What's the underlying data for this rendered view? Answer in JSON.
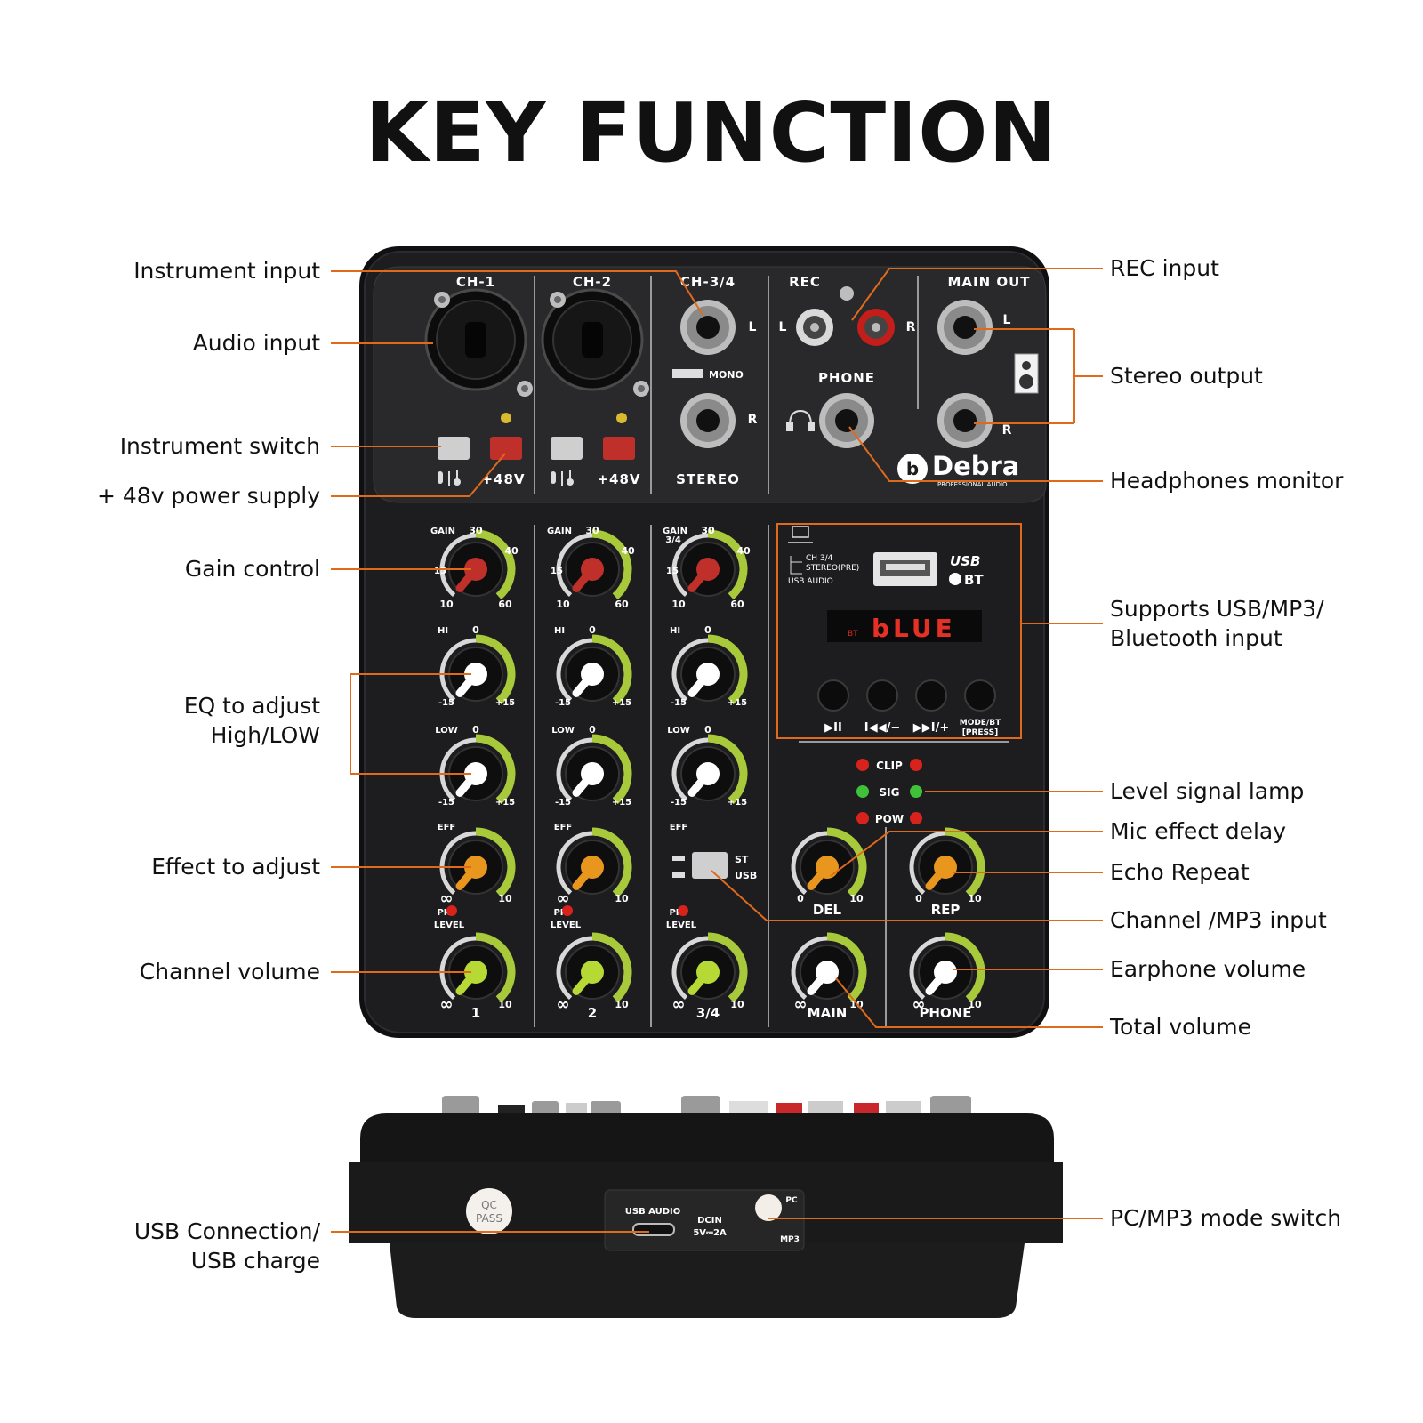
{
  "title": "KEY FUNCTION",
  "callouts_left": {
    "instrument_input": "Instrument input",
    "audio_input": "Audio input",
    "instrument_switch": "Instrument switch",
    "phantom_power": "+ 48v power supply",
    "gain_control": "Gain control",
    "eq_line1": "EQ to adjust",
    "eq_line2": "High/LOW",
    "effect_adjust": "Effect to adjust",
    "channel_volume": "Channel volume",
    "usb_line1": "USB Connection/",
    "usb_line2": "USB charge"
  },
  "callouts_right": {
    "rec_input": "REC input",
    "stereo_output": "Stereo output",
    "headphones_monitor": "Headphones monitor",
    "usb_line1": "Supports USB/MP3/",
    "usb_line2": "Bluetooth input",
    "level_lamp": "Level signal lamp",
    "mic_delay": "Mic effect delay",
    "echo_repeat": "Echo Repeat",
    "channel_mp3": "Channel /MP3 input",
    "earphone_volume": "Earphone volume",
    "total_volume": "Total volume",
    "pc_mp3_switch": "PC/MP3 mode switch"
  },
  "panel": {
    "ch1": "CH-1",
    "ch2": "CH-2",
    "ch34": "CH-3/4",
    "rec": "REC",
    "main_out": "MAIN OUT",
    "phone": "PHONE",
    "l": "L",
    "r": "R",
    "mono": "MONO",
    "stereo": "STEREO",
    "plus48v": "+48V",
    "brand": "Debra",
    "brand_sub": "PROFESSIONAL AUDIO",
    "gain": "GAIN",
    "gain34": "3/4",
    "hi": "HI",
    "low": "LOW",
    "eff": "EFF",
    "pk": "PK",
    "level": "LEVEL",
    "t30": "30",
    "t40": "40",
    "t15": "15",
    "t10": "10",
    "t60": "60",
    "t0": "0",
    "tm15": "-15",
    "tp15": "+15",
    "inf": "∞",
    "ch_num1": "1",
    "ch_num2": "2",
    "ch_num34": "3/4",
    "st": "ST",
    "usb": "USB",
    "ch34_small": "CH 3/4",
    "stereo_pre": "STEREO(PRE)",
    "usb_audio": "USB AUDIO",
    "usb_logo": "USB",
    "bt": "BT",
    "display_bt": "BT",
    "display": "bLUE",
    "play": "▶II",
    "prev": "I◀◀/−",
    "next": "▶▶I/+",
    "mode_bt": "MODE/BT",
    "press": "[PRESS]",
    "clip": "CLIP",
    "sig": "SIG",
    "pow": "POW",
    "del": "DEL",
    "rep": "REP",
    "main": "MAIN",
    "phone_knob": "PHONE"
  },
  "rear": {
    "qc1": "QC",
    "qc2": "PASS",
    "usb_audio": "USB AUDIO",
    "dcin": "DCIN",
    "dc_spec": "5V⎓2A",
    "pc": "PC",
    "mp3": "MP3"
  },
  "colors": {
    "leader": "#e06a1c",
    "panel": "#1d1d1f",
    "green_arc": "#a8c93a",
    "red_knob": "#c0302a",
    "orange_knob": "#e8961e",
    "lime_knob": "#b6d936",
    "led_red": "#d8221c",
    "led_green": "#3fc23a"
  }
}
